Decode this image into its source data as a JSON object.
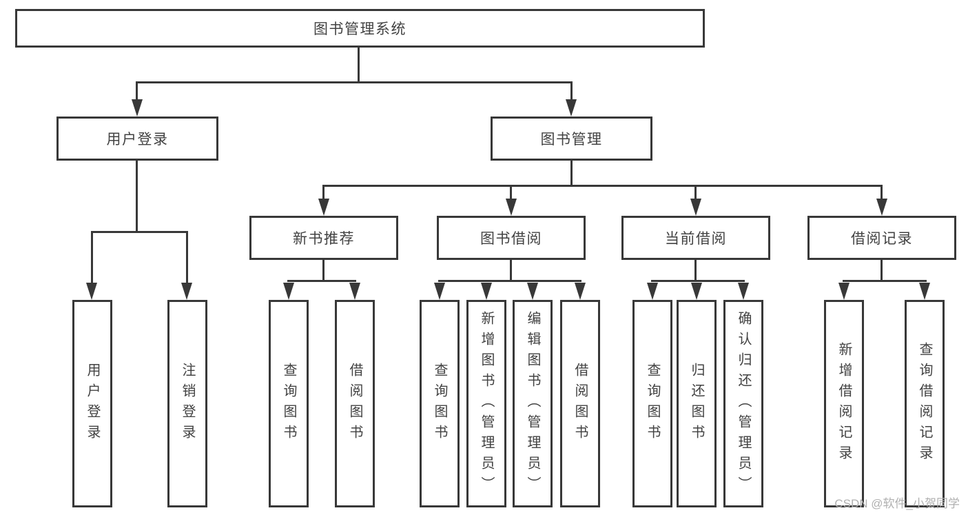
{
  "colors": {
    "line": "#383838",
    "text": "#424242",
    "watermark": "#b0b0b0",
    "background": "#ffffff"
  },
  "root": {
    "label": "图书管理系统"
  },
  "level2": [
    {
      "label": "用户登录"
    },
    {
      "label": "图书管理"
    }
  ],
  "level3": [
    {
      "label": "新书推荐"
    },
    {
      "label": "图书借阅"
    },
    {
      "label": "当前借阅"
    },
    {
      "label": "借阅记录"
    }
  ],
  "leaves": {
    "login": [
      "用户登录",
      "注销登录"
    ],
    "new_books": [
      "查询图书",
      "借阅图书"
    ],
    "book_borrow": [
      "查询图书",
      "新增图书（管理员）",
      "编辑图书（管理员）",
      "借阅图书"
    ],
    "current_borrow": [
      "查询图书",
      "归还图书",
      "确认归还（管理员）"
    ],
    "borrow_records": [
      "新增借阅记录",
      "查询借阅记录"
    ]
  },
  "watermark": {
    "text": "CSDN @软件_小贺同学"
  }
}
